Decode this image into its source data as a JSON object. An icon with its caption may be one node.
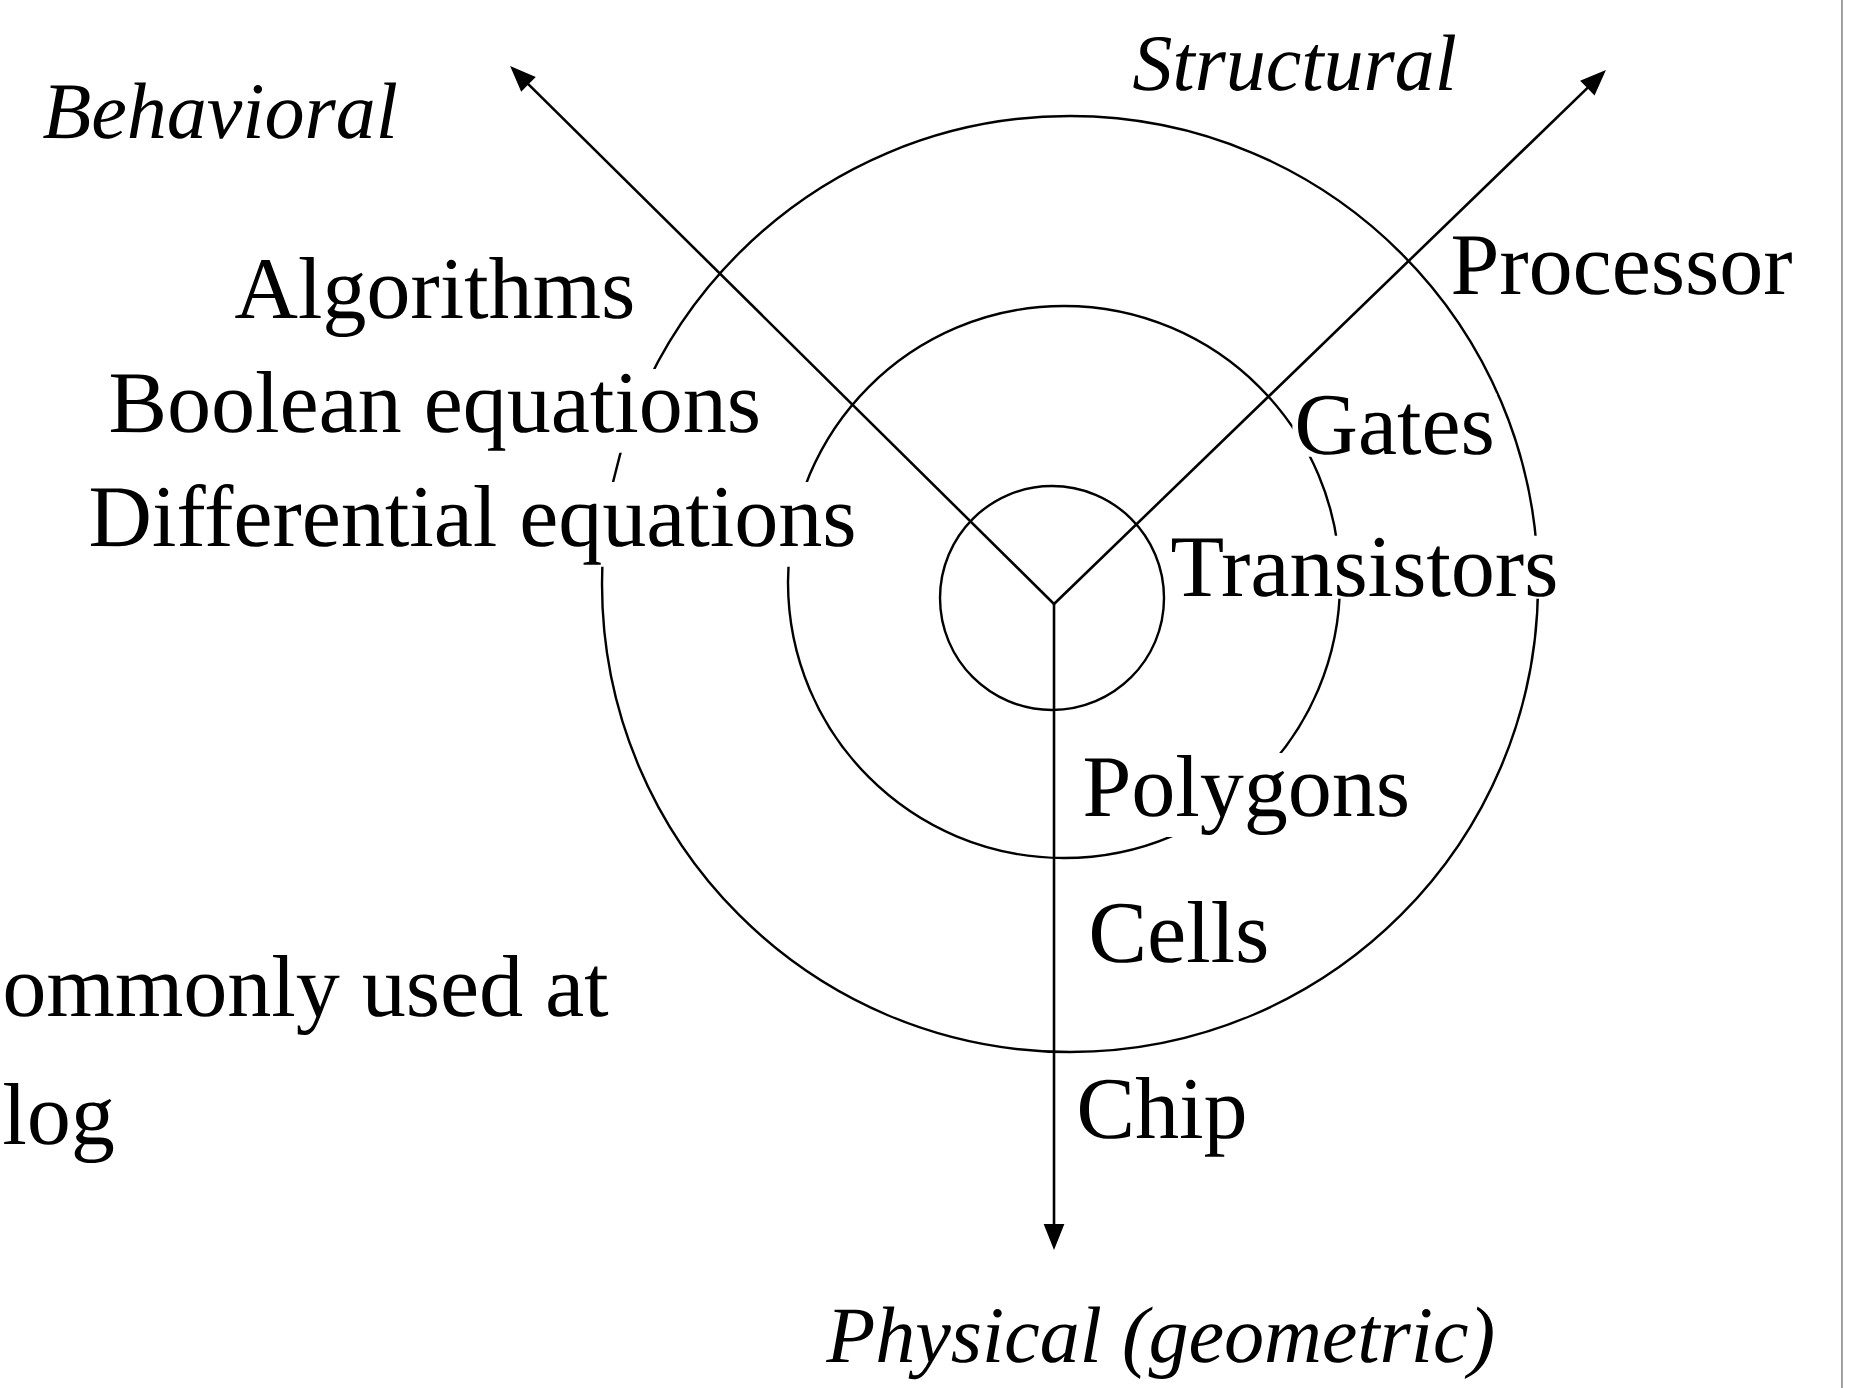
{
  "diagram": {
    "labels": [
      "Behavioral",
      "Structural",
      "Algorithms",
      "Processor",
      "Boolean equations",
      "Gates",
      "Differential equations",
      "Transistors",
      "Polygons",
      "Cells",
      "ommonly used at",
      "Chip",
      "log",
      "Physical (geometric)"
    ]
  }
}
